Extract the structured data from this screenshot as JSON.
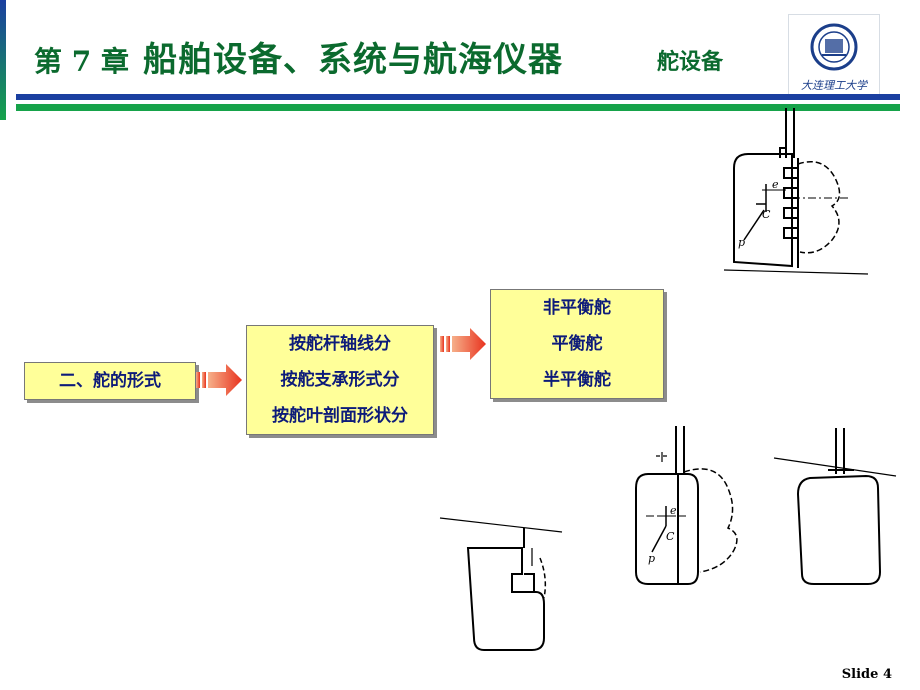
{
  "header": {
    "chapter": "第 7 章",
    "title": "船舶设备、系统与航海仪器",
    "subtitle": "舵设备",
    "logo_text": "大连理工大学"
  },
  "diagram": {
    "root_label": "二、舵的形式",
    "criteria": [
      "按舵杆轴线分",
      "按舵支承形式分",
      "按舵叶剖面形状分"
    ],
    "types": [
      "非平衡舵",
      "平衡舵",
      "半平衡舵"
    ]
  },
  "drawings": {
    "top_right": {
      "e_label": "e",
      "c_label": "C",
      "p_label": "p"
    },
    "middle": {
      "e_label": "e",
      "c_label": "C",
      "p_label": "p"
    }
  },
  "footer": {
    "slide_label": "Slide 4"
  },
  "colors": {
    "title_green": "#0b6a2e",
    "rule_blue": "#1a3fa0",
    "rule_green": "#16a34a",
    "box_fill": "#ffff99",
    "box_text": "#0d1b7a",
    "arrow_red": "#e8321e"
  }
}
